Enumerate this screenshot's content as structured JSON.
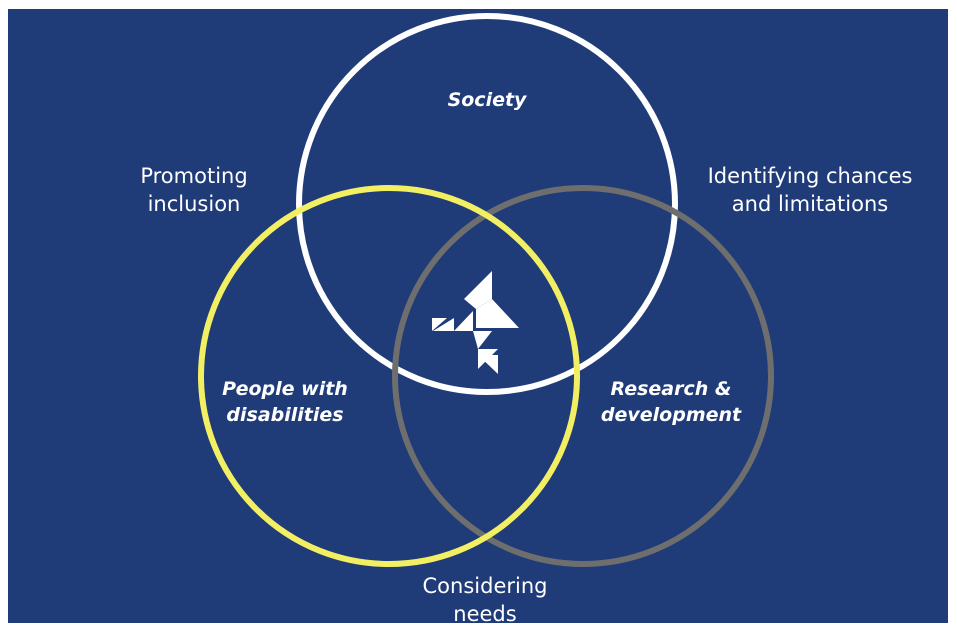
{
  "colors": {
    "background": "#1f3c78",
    "society_circle": "#ffffff",
    "people_circle": "#f3ef63",
    "research_circle": "#6e6e6e",
    "text": "#ffffff"
  },
  "circles": {
    "society": {
      "title": "Society"
    },
    "people": {
      "title_line1": "People with",
      "title_line2": "disabilities"
    },
    "research": {
      "title_line1": "Research &",
      "title_line2": "development"
    }
  },
  "relations": {
    "left": {
      "line1": "Promoting",
      "line2": "inclusion"
    },
    "right": {
      "line1": "Identifying chances",
      "line2": "and limitations"
    },
    "bottom": {
      "line1": "Considering",
      "line2": "needs"
    }
  },
  "center_logo": {
    "icon": "triangle-mosaic-logo-icon"
  }
}
